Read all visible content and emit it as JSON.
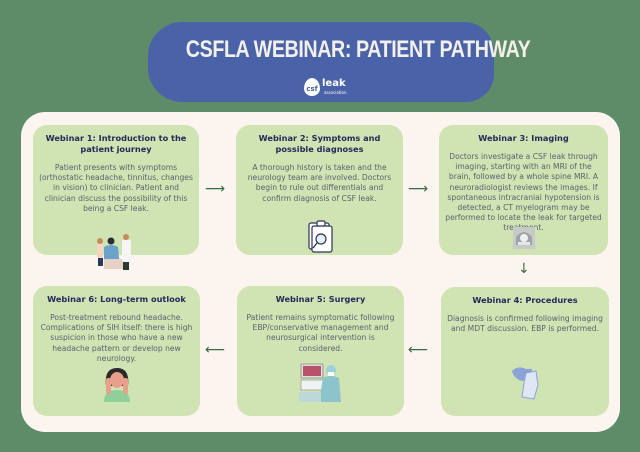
{
  "header": {
    "title": "CSFLA WEBINAR: PATIENT PATHWAY",
    "logo": {
      "primary": "csf",
      "secondary": "leak",
      "sub": "association"
    }
  },
  "colors": {
    "background": "#5f8c68",
    "banner": "#4a63a8",
    "panel": "#fcf4ef",
    "card": "#cfe4b2",
    "card_title": "#25285a",
    "arrow": "#3c6a45"
  },
  "webinars": [
    {
      "title": "Webinar 1: Introduction to the patient journey",
      "body": "Patient presents with symptoms (orthostatic headache, tinnitus, changes in vision) to clinician. Patient and clinician discuss the possibility of this being a CSF leak.",
      "illustration": "patient-doctor-consultation-icon"
    },
    {
      "title": "Webinar 2: Symptoms and possible diagnoses",
      "body": "A thorough history is taken and the neurology team are involved. Doctors begin to rule out differentials and confirm diagnosis of CSF leak.",
      "illustration": "clipboard-magnifier-icon"
    },
    {
      "title": "Webinar 3: Imaging",
      "body": "Doctors investigate a CSF leak through imaging, starting with an MRI of the brain, followed by a whole spine MRI. A neuroradiologist reviews the images. If spontaneous intracranial hypotension is detected, a CT myelogram may be performed to locate the leak for targeted treatment.",
      "illustration": "mri-scanner-icon"
    },
    {
      "title": "Webinar 4: Procedures",
      "body": "Diagnosis is confirmed following imaging and MDT discussion. EBP is performed.",
      "illustration": "gloved-hands-icon"
    },
    {
      "title": "Webinar 5: Surgery",
      "body": "Patient remains symptomatic following EBP/conservative management and neurosurgical intervention is considered.",
      "illustration": "surgeon-monitor-icon"
    },
    {
      "title": "Webinar 6: Long-term outlook",
      "body": "Post-treatment rebound headache. Complications of SIH itself: there is high suspicion in those who have a new headache pattern or develop new neurology.",
      "illustration": "woman-headache-icon"
    }
  ],
  "arrows": {
    "right": "⟶",
    "down": "↓",
    "left": "⟵"
  }
}
